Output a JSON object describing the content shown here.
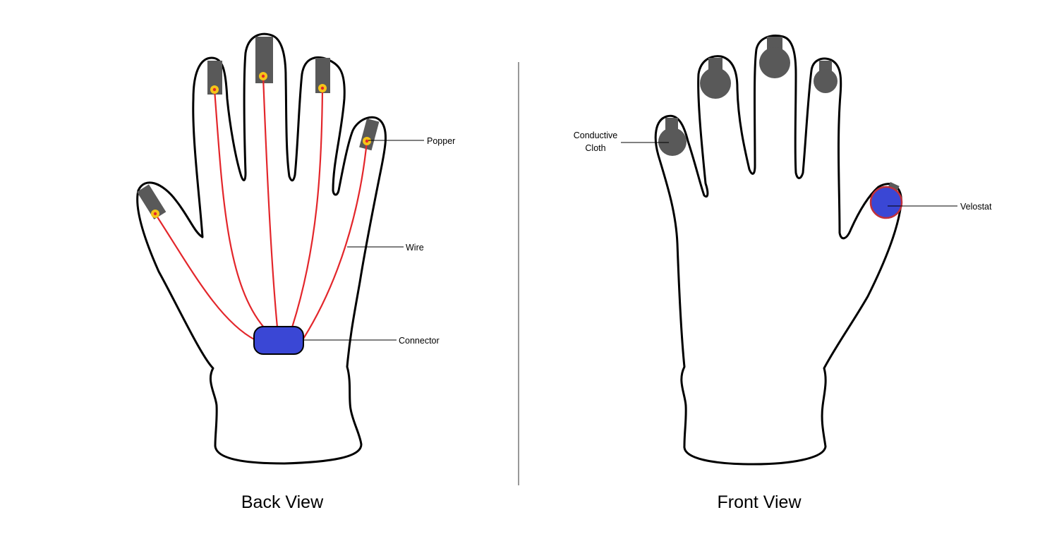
{
  "back_view": {
    "caption": "Back View",
    "labels": {
      "popper": "Popper",
      "wire": "Wire",
      "connector": "Connector"
    }
  },
  "front_view": {
    "caption": "Front View",
    "labels": {
      "conductive_cloth_line1": "Conductive",
      "conductive_cloth_line2": "Cloth",
      "velostat": "Velostat"
    }
  },
  "colors": {
    "wire": "#e3262b",
    "connector": "#3a47d5",
    "popper": "#f5c518",
    "cloth": "#595959",
    "velostat": "#3a47d5",
    "velostat_ring": "#c0303b"
  }
}
